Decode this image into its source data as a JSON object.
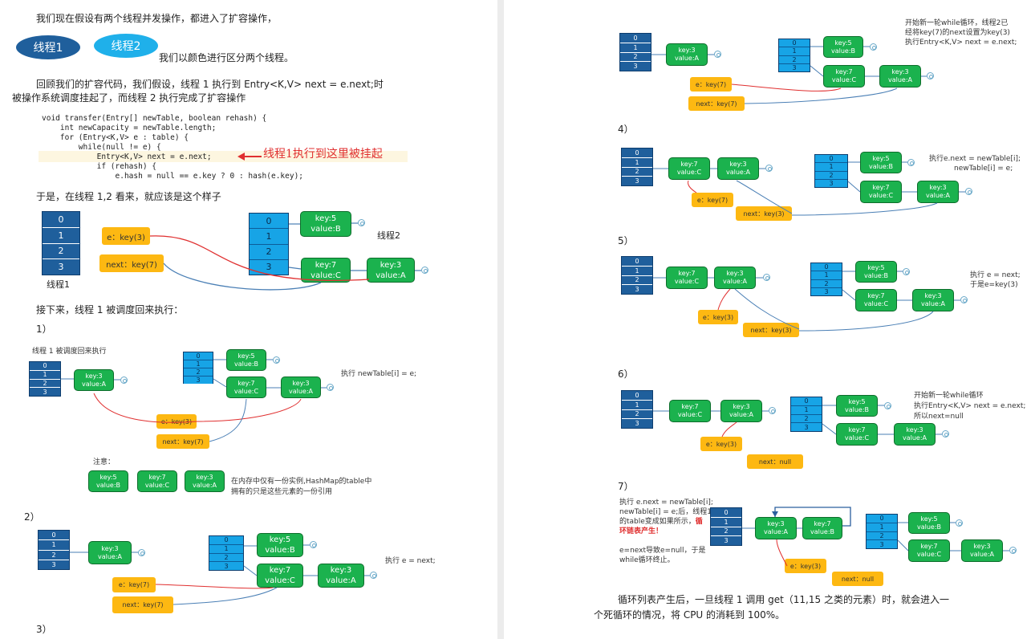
{
  "left": {
    "p1": "我们现在假设有两个线程并发操作，都进入了扩容操作，",
    "oval1": "线程1",
    "oval2": "线程2",
    "p2": "我们以颜色进行区分两个线程。",
    "p3a": "回顾我们的扩容代码，我们假设，线程 1 执行到 Entry<K,V> next = e.next;时",
    "p3b": "被操作系统调度挂起了，而线程 2 执行完成了扩容操作",
    "code": [
      "void transfer(Entry[] newTable, boolean rehash) {",
      "    int newCapacity = newTable.length;",
      "    for (Entry<K,V> e : table) {",
      "        while(null != e) {",
      "            Entry<K,V> next = e.next;",
      "            if (rehash) {",
      "                e.hash = null == e.key ? 0 : hash(e.key);"
    ],
    "code_note": "线程1执行到这里被挂起",
    "p4": "于是，在线程 1,2 看来，就应该是这个样子",
    "t1label": "线程1",
    "t2label": "线程2",
    "p5": "接下来，线程 1 被调度回来执行：",
    "s1": "1）",
    "s1cap": "线程 1 被调度回来执行",
    "s1note": "执行 newTable[i] = e;",
    "noteLabel": "注意：",
    "noteText1": "在内存中仅有一份实例,HashMap的table中",
    "noteText2": "拥有的只是这些元素的一份引用",
    "s2": "2）",
    "s2note": "执行 e = next;",
    "s3": "3）"
  },
  "right": {
    "s3note": [
      "开始新一轮while循环，线程2已",
      "经将key(7)的next设置为key(3)",
      "执行Entry<K,V> next = e.next;"
    ],
    "s4": "4）",
    "s4note": [
      "执行e.next = newTable[i];",
      "newTable[i] = e;"
    ],
    "s5": "5）",
    "s5note": [
      "执行 e = next;",
      "于是e=key(3)"
    ],
    "s6": "6）",
    "s6note": [
      "开始新一轮while循环",
      "执行Entry<K,V> next = e.next;",
      "所以next=null"
    ],
    "s7": "7）",
    "s7note": [
      "执行 e.next = newTable[i];",
      "newTable[i] = e;后，线程1",
      "的table变成如果所示，"
    ],
    "s7red1": "循",
    "s7red2": "环链表产生！",
    "s7note2": [
      "e=next导致e=null，于是",
      "while循环终止。"
    ],
    "p6a": "循环列表产生后，一旦线程 1 调用 get（11,15 之类的元素）时，就会进入一",
    "p6b": "个死循环的情况，将 CPU 的消耗到 100%。"
  },
  "nodes": {
    "k3": [
      "key:3",
      "value:A"
    ],
    "k5": [
      "key:5",
      "value:B"
    ],
    "k7": [
      "key:7",
      "value:C"
    ],
    "k7b": [
      "key:7",
      "value:B"
    ]
  },
  "idx": [
    "0",
    "1",
    "2",
    "3"
  ],
  "ptr": {
    "e3": "e：key(3)",
    "e7": "e：key(7)",
    "n7": "next：key(7)",
    "n3": "next：key(3)",
    "nnull": "next：null"
  },
  "colors": {
    "dark": "#1f5f9c",
    "light": "#17a4e6",
    "green": "#1bb24e",
    "yellow": "#fdb812",
    "red": "#e03030",
    "blue": "#4a7fb5"
  }
}
